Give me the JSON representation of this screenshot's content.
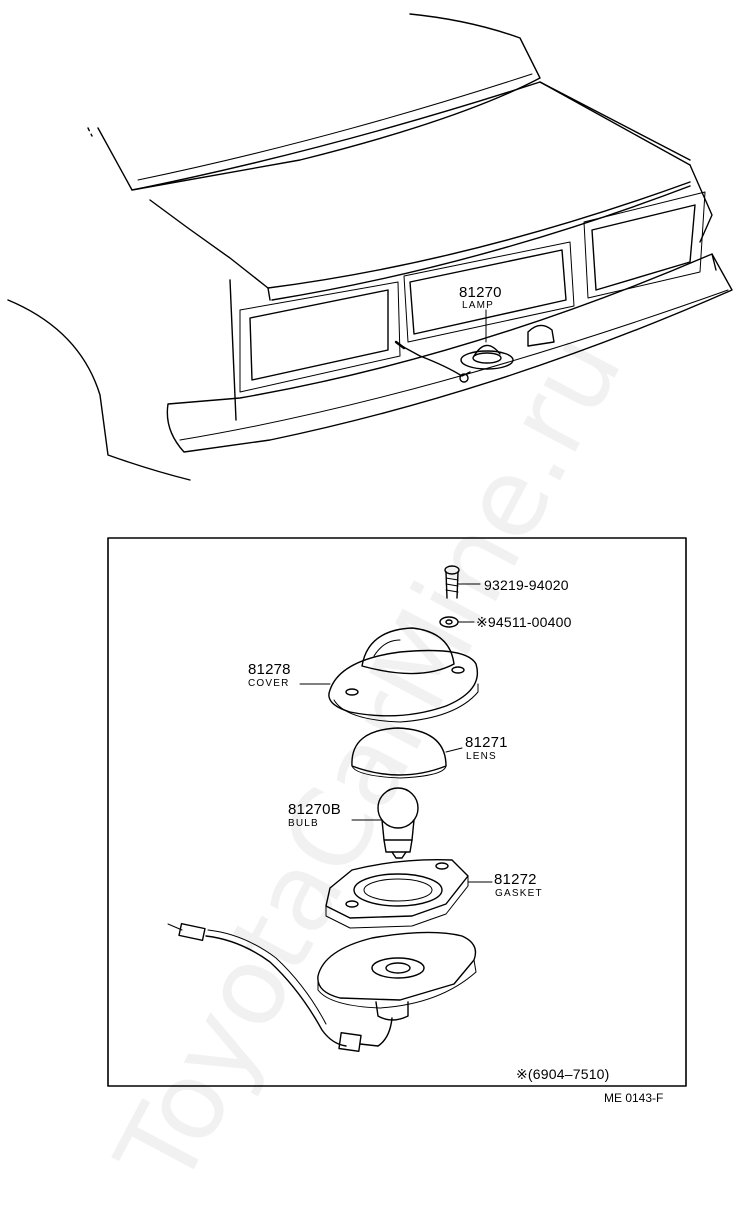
{
  "top": {
    "lamp_number": "81270",
    "lamp_name": "LAMP"
  },
  "detail": {
    "parts": [
      {
        "number": "93219-94020"
      },
      {
        "number": "※94511-00400"
      },
      {
        "number": "81278",
        "name": "COVER"
      },
      {
        "number": "81271",
        "name": "LENS"
      },
      {
        "number": "81270B",
        "name": "BULB"
      },
      {
        "number": "81272",
        "name": "GASKET"
      }
    ],
    "date_range": "※(6904–7510)"
  },
  "diagram_code": "ME 0143-F",
  "watermark": "ToyotaCarMine.ru"
}
